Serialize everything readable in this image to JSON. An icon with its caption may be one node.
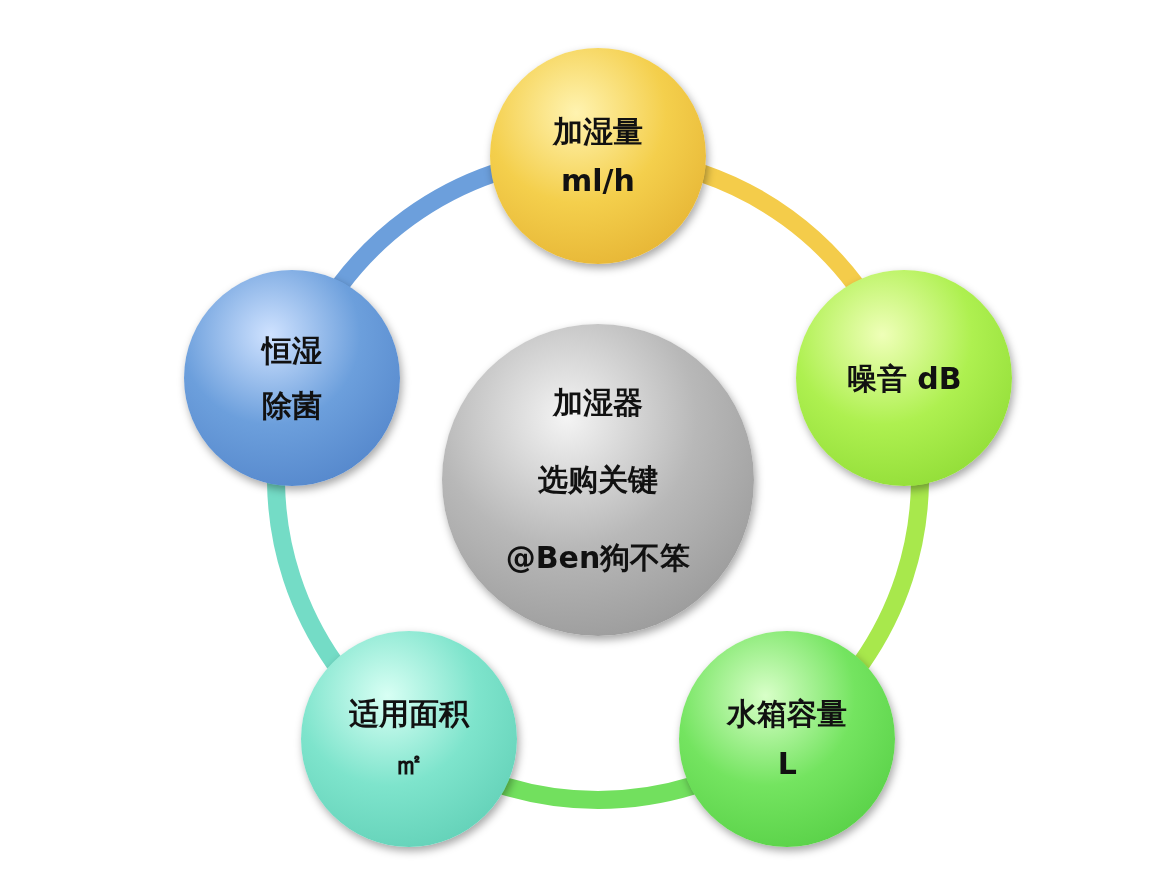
{
  "diagram": {
    "nodes": [
      {
        "text": [
          "加湿器",
          "选购关键",
          "@Ben狗不笨"
        ]
      },
      {
        "text": [
          "加湿量",
          "ml/h"
        ]
      },
      {
        "text": [
          "噪音 dB"
        ]
      },
      {
        "text": [
          "水箱容量",
          "L"
        ]
      },
      {
        "text": [
          "适用面积",
          "㎡"
        ]
      },
      {
        "text": [
          "恒湿",
          "除菌"
        ]
      }
    ],
    "edges": [
      {
        "from": 1,
        "to": 2,
        "arrow": "none",
        "color": "#f4cc4a"
      },
      {
        "from": 2,
        "to": 3,
        "arrow": "none",
        "color": "#a8e84c"
      },
      {
        "from": 3,
        "to": 4,
        "arrow": "none",
        "color": "#72e05e"
      },
      {
        "from": 4,
        "to": 5,
        "arrow": "none",
        "color": "#74dcc6"
      },
      {
        "from": 5,
        "to": 1,
        "arrow": "none",
        "color": "#6c9fdc"
      }
    ]
  }
}
